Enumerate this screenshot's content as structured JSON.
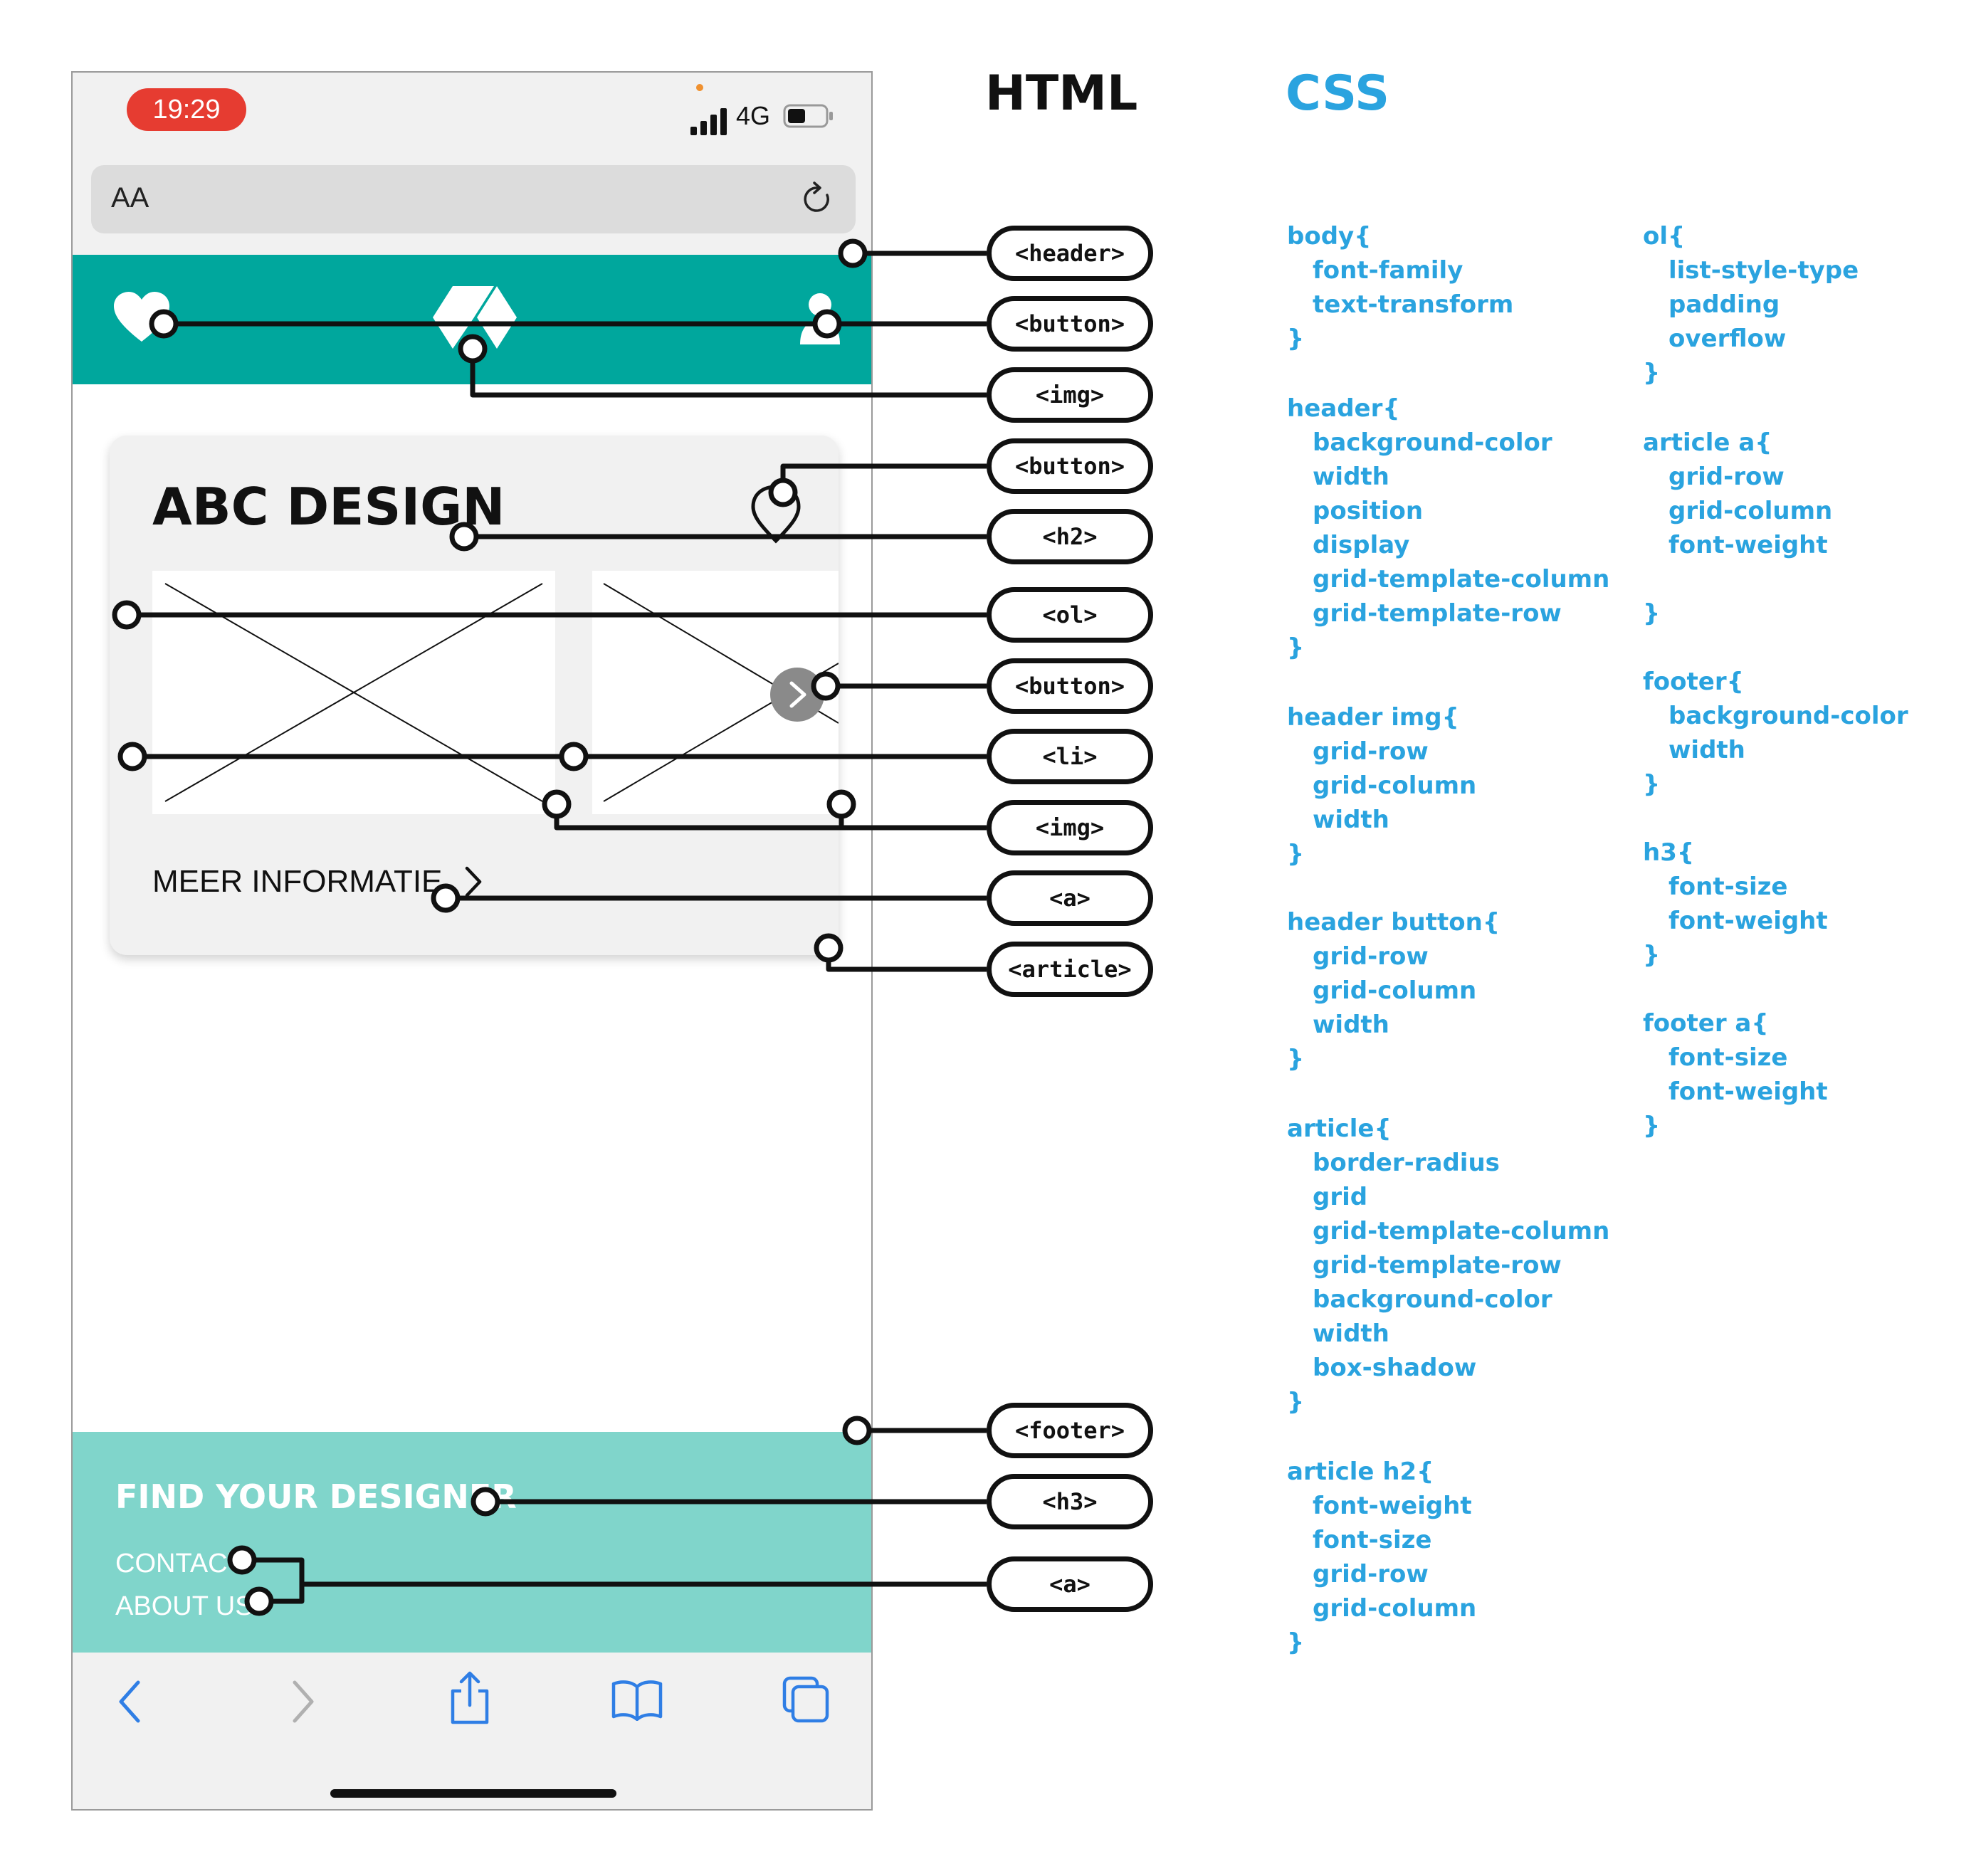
{
  "headings": {
    "html": "HTML",
    "css": "CSS"
  },
  "phone": {
    "status_time": "19:29",
    "network": "4G",
    "url_aa": "AA",
    "article_title": "ABC DESIGN",
    "article_link": "MEER INFORMATIE",
    "footer_title": "FIND YOUR DESIGNER",
    "footer_links": [
      "CONTACT",
      "ABOUT US"
    ]
  },
  "tags": [
    "<header>",
    "<button>",
    "<img>",
    "<button>",
    "<h2>",
    "<ol>",
    "<button>",
    "<li>",
    "<img>",
    "<a>",
    "<article>",
    "<footer>",
    "<h3>",
    "<a>"
  ],
  "css_rules": [
    {
      "selector": "body{",
      "props": [
        "font-family",
        "text-transform"
      ]
    },
    {
      "selector": "header{",
      "props": [
        "background-color",
        "width",
        "position",
        "display",
        "grid-template-column",
        "grid-template-row"
      ]
    },
    {
      "selector": "header img{",
      "props": [
        "grid-row",
        "grid-column",
        "width"
      ]
    },
    {
      "selector": "header button{",
      "props": [
        "grid-row",
        "grid-column",
        "width"
      ]
    },
    {
      "selector": "article{",
      "props": [
        "border-radius",
        "grid",
        "grid-template-column",
        "grid-template-row",
        "background-color",
        "width",
        "box-shadow"
      ]
    },
    {
      "selector": "article h2{",
      "props": [
        "font-weight",
        "font-size",
        "grid-row",
        "grid-column"
      ]
    },
    {
      "selector": "ol{",
      "props": [
        "list-style-type",
        "padding",
        "overflow"
      ]
    },
    {
      "selector": "article a{",
      "props": [
        "grid-row",
        "grid-column",
        "font-weight",
        ""
      ]
    },
    {
      "selector": "footer{",
      "props": [
        "background-color",
        "width"
      ]
    },
    {
      "selector": "h3{",
      "props": [
        "font-size",
        "font-weight"
      ]
    },
    {
      "selector": "footer a{",
      "props": [
        "font-size",
        "font-weight"
      ]
    }
  ],
  "css_close": "}",
  "colors": {
    "header": "#00a79d",
    "footer": "#80d5cb",
    "css_text": "#2aa3df",
    "status_pill": "#e63c31",
    "ios_blue": "#2f7ee5"
  }
}
